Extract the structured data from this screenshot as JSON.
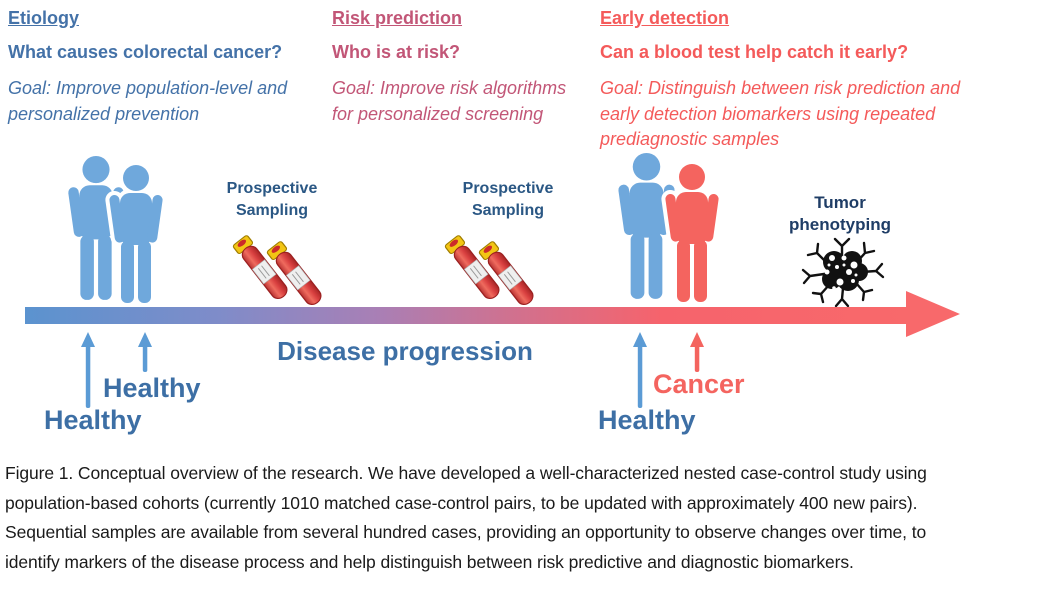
{
  "columns": [
    {
      "title": "Etiology",
      "question": "What causes colorectal cancer?",
      "goal": "Goal: Improve population-level and\npersonalized prevention"
    },
    {
      "title": "Risk prediction",
      "question": "Who is at risk?",
      "goal": "Goal: Improve risk algorithms\nfor personalized screening"
    },
    {
      "title": "Early detection",
      "question": "Can a blood test help catch it early?",
      "goal": "Goal: Distinguish between risk prediction and\nearly detection biomarkers using repeated\nprediagnostic samples"
    }
  ],
  "sampling": {
    "label_1": "Prospective\nSampling",
    "label_2": "Prospective\nSampling"
  },
  "tumor": {
    "label": "Tumor\nphenotyping"
  },
  "timeline": {
    "label": "Disease progression"
  },
  "markers": {
    "healthy_left_front": "Healthy",
    "healthy_left_back": "Healthy",
    "healthy_right": "Healthy",
    "cancer": "Cancer"
  },
  "caption": {
    "lines": [
      "Figure 1. Conceptual overview of the research. We have developed a well-characterized nested case-control study using",
      "population-based cohorts (currently 1010 matched case-control pairs, to be updated with approximately 400 new pairs).",
      "Sequential samples are available from several hundred cases, providing an opportunity to observe changes over time, to",
      "identify markers of the disease process and help distinguish between risk predictive and  diagnostic biomarkers."
    ]
  },
  "colors": {
    "etiology_text": "#4472a8",
    "risk_text": "#c25677",
    "early_detection_text": "#f45a5a",
    "healthy_person": "#6fa8dc",
    "cancer_person": "#f4645f",
    "timeline_start": "#5b93cf",
    "timeline_end": "#f8696b"
  }
}
